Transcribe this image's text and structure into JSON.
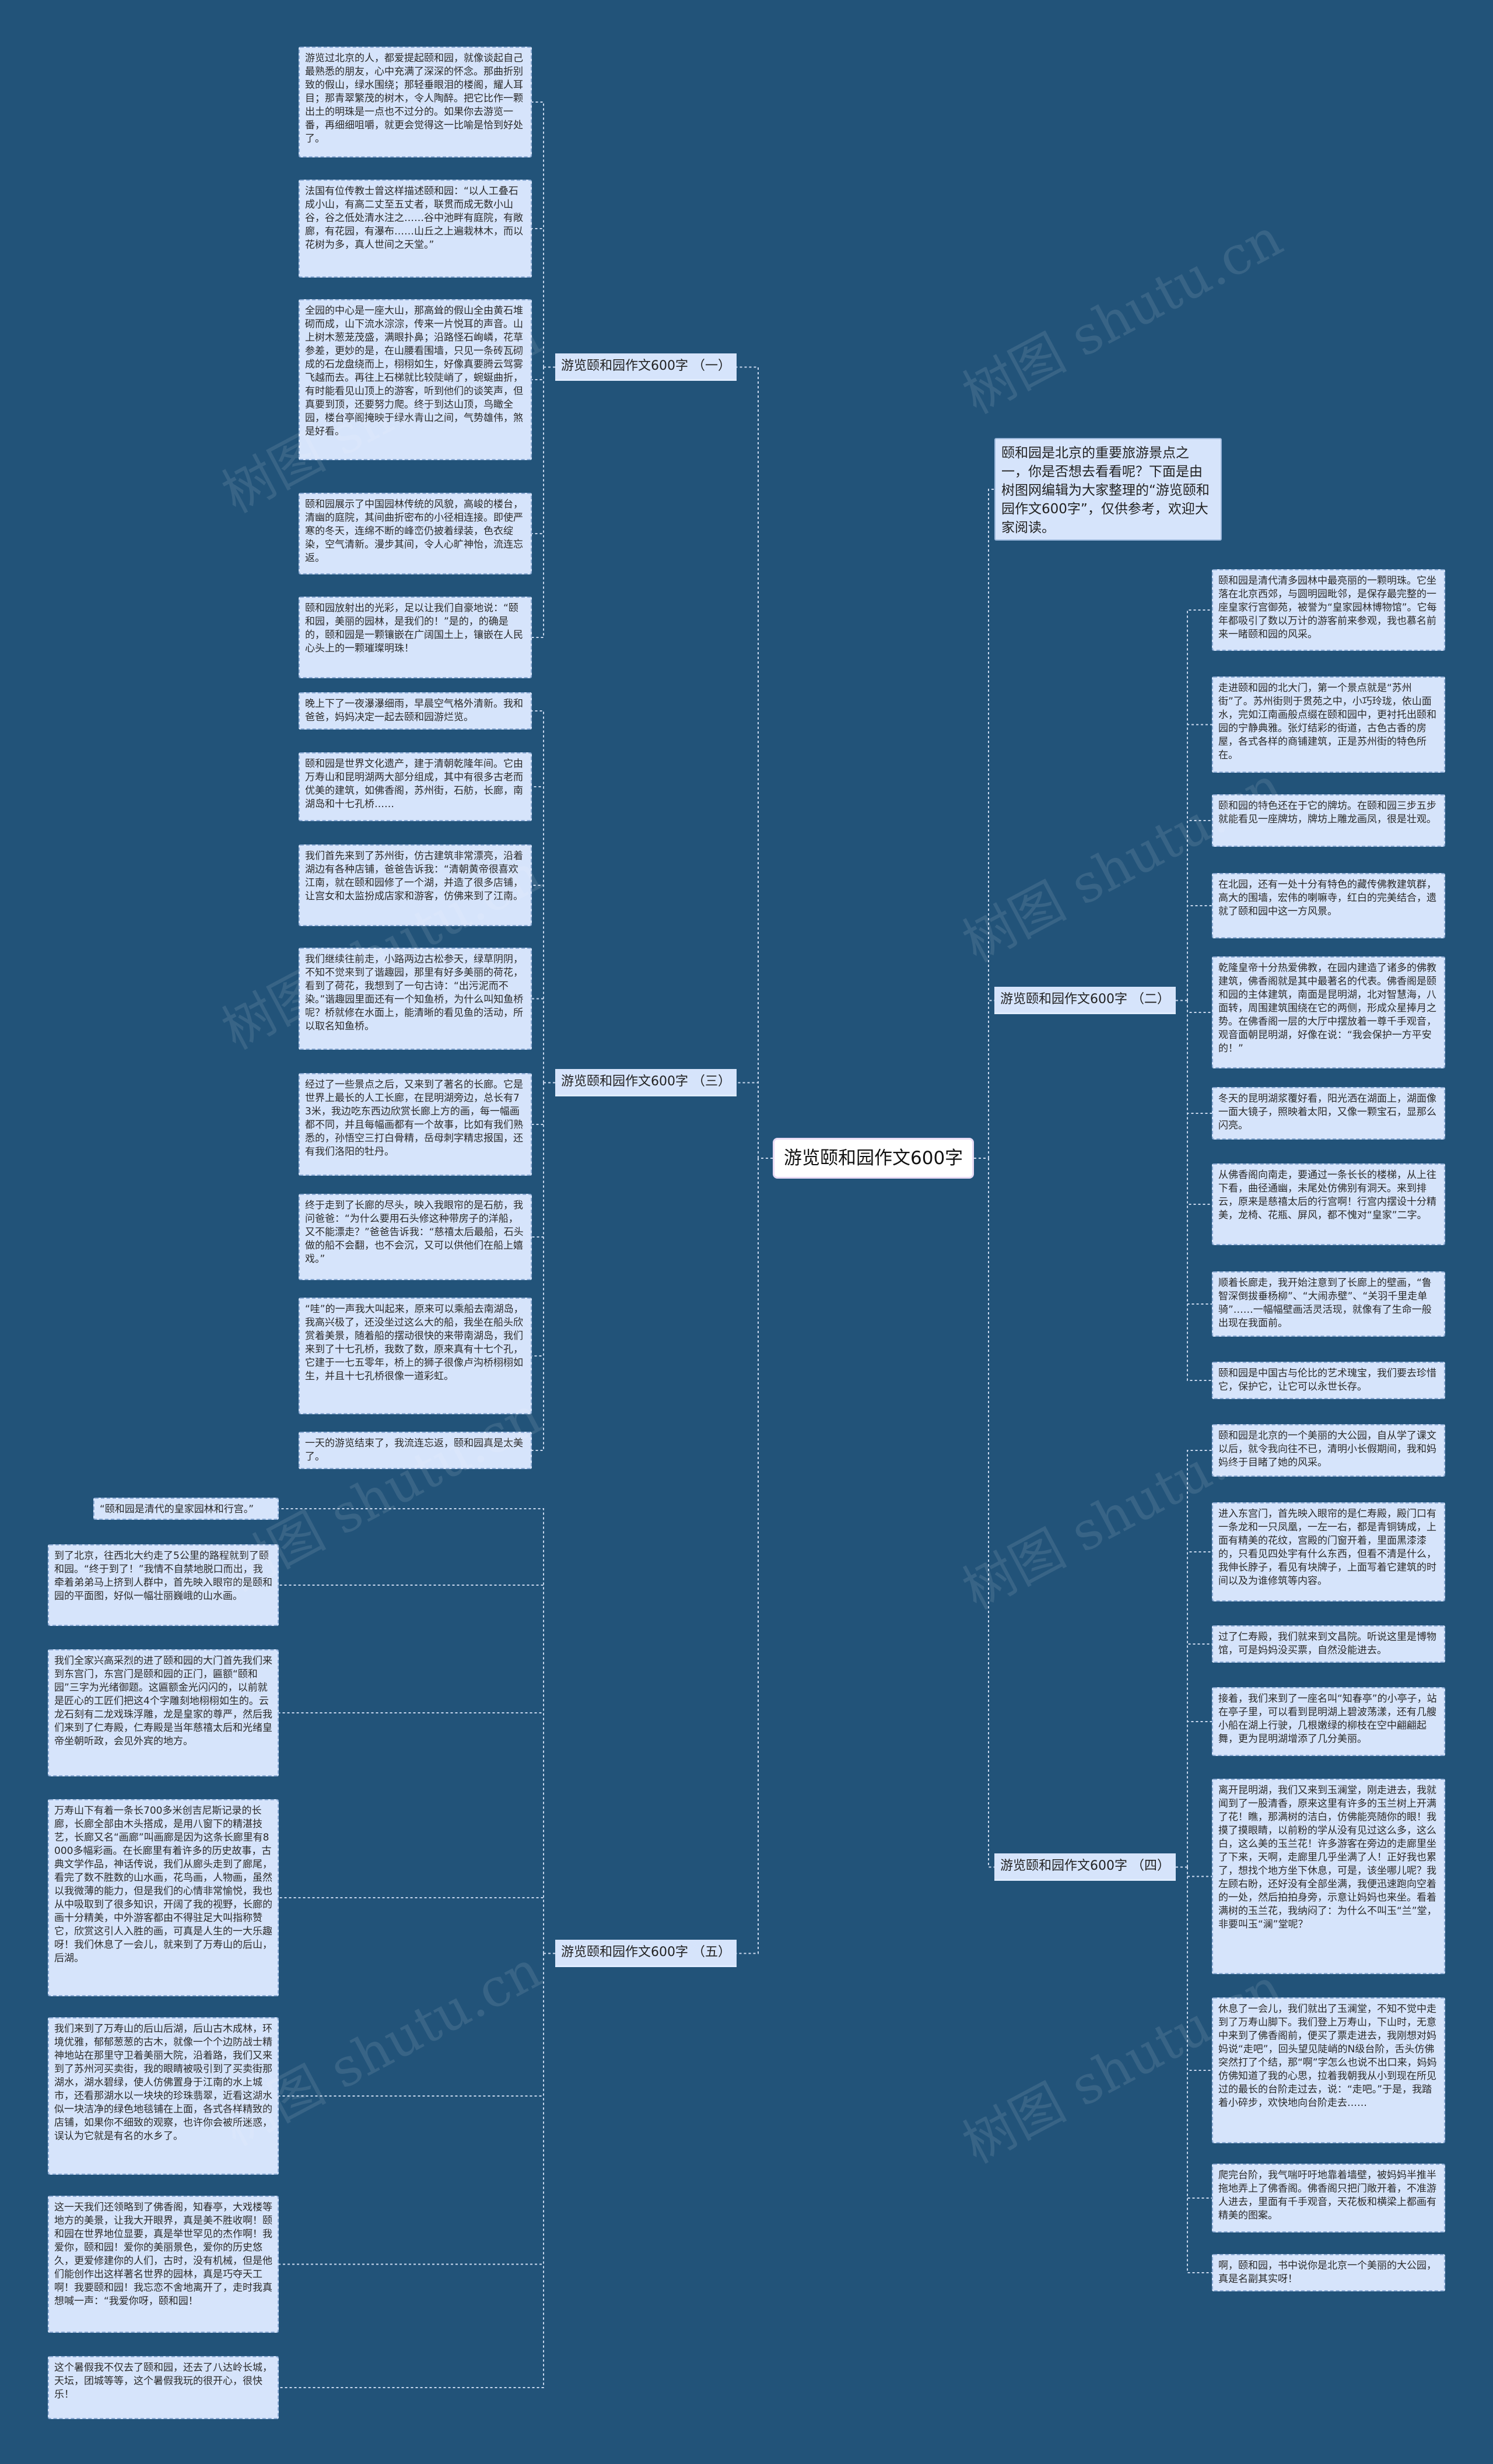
{
  "root": "游览颐和园作文600字",
  "intro": "颐和园是北京的重要旅游景点之一，你是否想去看看呢？下面是由树图网编辑为大家整理的“游览颐和园作文600字”，仅供参考，欢迎大家阅读。",
  "watermark": "树图 shutu.cn",
  "branches": [
    {
      "label": "游览颐和园作文600字 （一）",
      "leaves": [
        "游览过北京的人，都爱提起颐和园，就像谈起自己最熟悉的朋友，心中充满了深深的怀念。那曲折别致的假山，绿水围绕；那轻垂眼泪的楼阁，耀人耳目；那青翠繁茂的树木，令人陶醉。把它比作一颗出土的明珠是一点也不过分的。如果你去游览一番，再细细咀嚼，就更会觉得这一比喻是恰到好处了。",
        "法国有位传教士曾这样描述颐和园：“以人工叠石成小山，有高二丈至五丈者，联贯而成无数小山谷，谷之低处清水注之……谷中池畔有庭院，有敞廊，有花园，有瀑布……山丘之上遍栽林木，而以花树为多，真人世间之天堂。”",
        "全园的中心是一座大山，那高耸的假山全由黄石堆砌而成，山下流水淙淙，传来一片悦耳的声音。山上树木葱茏茂盛，满眼扑鼻；沿路怪石峋嶙，花草参差，更妙的是，在山腰看围墙，只见一条砖瓦砌成的石龙盘绕而上，栩栩如生，好像真要腾云驾雾飞越而去。再往上石梯就比较陡峭了，蜿蜒曲折，有时能看见山顶上的游客，听到他们的谈笑声，但真要到顶，还要努力爬。终于到达山顶，鸟瞰全园，楼台亭阁掩映于绿水青山之间，气势雄伟，煞是好看。",
        "颐和园展示了中国园林传统的风貌，高峻的楼台，清幽的庭院，其间曲折密布的小径相连接。即使严寒的冬天，连绵不断的峰峦仍披着绿装，色衣绽染，空气清新。漫步其间，令人心旷神怡，流连忘返。",
        "颐和园放射出的光彩，足以让我们自豪地说：“颐和园，美丽的园林，是我们的！”是的，的确是的，颐和园是一颗镶嵌在广阔国土上，镶嵌在人民心头上的一颗璀璨明珠！"
      ]
    },
    {
      "label": "游览颐和园作文600字 （三）",
      "leaves": [
        "晚上下了一夜瀑瀑细雨，早晨空气格外清新。我和爸爸，妈妈决定一起去颐和园游烂览。",
        "颐和园是世界文化遗产，建于清朝乾隆年间。它由万寿山和昆明湖两大部分组成，其中有很多古老而优美的建筑，如佛香阁，苏州街，石舫，长廊，南湖岛和十七孔桥……",
        "我们首先来到了苏州街，仿古建筑非常漂亮，沿着湖边有各种店铺，爸爸告诉我：“清朝黄帝很喜欢江南，就在颐和园修了一个湖，并造了很多店铺，让宫女和太监扮成店家和游客，仿佛来到了江南。",
        "我们继续往前走，小路两边古松参天，绿草阴阴，不知不觉来到了谐趣园，那里有好多美丽的荷花，看到了荷花，我想到了一句古诗：“出污泥而不染。”谐趣园里面还有一个知鱼桥，为什么叫知鱼桥呢？桥就修在水面上，能清晰的看见鱼的活动，所以取名知鱼桥。",
        "经过了一些景点之后，又来到了著名的长廊。它是世界上最长的人工长廊，在昆明湖旁边，总长有73米，我边吃东西边欣赏长廊上方的画，每一幅画都不同，并且每幅画都有一个故事，比如有我们熟悉的，孙悟空三打白骨精，岳母刺字精忠报国，还有我们洛阳的牡丹。",
        "终于走到了长廊的尽头，映入我眼帘的是石舫，我问爸爸：“为什么要用石头修这种带房子的洋船，又不能漂走？”爸爸告诉我：“慈禧太后最船，石头做的船不会翻，也不会沉，又可以供他们在船上嬉戏。”",
        "“哇”的一声我大叫起来，原来可以乘船去南湖岛，我高兴极了，还没坐过这么大的船，我坐在船头欣赏着美景，随着船的摆动很快的来带南湖岛，我们来到了十七孔桥，我数了数，原来真有十七个孔，它建于一七五零年，桥上的狮子很像卢沟桥栩栩如生，并且十七孔桥很像一道彩虹。",
        "一天的游览结束了，我流连忘返，颐和园真是太美了。"
      ]
    },
    {
      "label": "游览颐和园作文600字 （五）",
      "leaves": [
        "“颐和园是清代的皇家园林和行宫。”",
        "到了北京，往西北大约走了5公里的路程就到了颐和园。“终于到了！”我情不自禁地脱口而出，我牵着弟弟马上挤到人群中，首先映入眼帘的是颐和园的平面图，好似一幅壮丽巍峨的山水画。",
        "我们全家兴高采烈的进了颐和园的大门首先我们来到东宫门，东宫门是颐和园的正门，匾额“颐和园”三字为光绪御题。这匾额金光闪闪的，以前就是匠心的工匠们把这4个字雕刻地栩栩如生的。云龙石刻有二龙戏珠浮雕，龙是皇家的尊严，然后我们来到了仁寿殿，仁寿殿是当年慈禧太后和光绪皇帝坐朝听政，会见外宾的地方。",
        "万寿山下有着一条长700多米创吉尼斯记录的长廊，长廊全部由木头搭成，是用八窗下的精湛技艺，长廊又名“画廊”叫画廊是因为这条长廊里有8000多幅彩画。在长廊里有着许多的历史故事，古典文学作品，神话传说，我们从廊头走到了廊尾，看完了数不胜数的山水画，花鸟画，人物画，虽然以我微薄的能力，但是我们的心情非常愉悦，我也从中吸取到了很多知识，开阔了我的视野，长廊的画十分精美，中外游客都由不得驻足大叫指称赞它，欣赏这引人入胜的画，可真是人生的一大乐趣呀！我们休息了一会儿，就来到了万寿山的后山，后湖。",
        "我们来到了万寿山的后山后湖，后山古木成林，环境优雅，郁郁葱葱的古木，就像一个个边防战士精神地站在那里守卫着美丽大院，沿着路，我们又来到了苏州河买卖街，我的眼睛被吸引到了买卖街那湖水，湖水碧绿，使人仿佛置身于江南的水上城市，还看那湖水以一块块的珍珠翡翠，近看这湖水似一块洁净的绿色地毯铺在上面，各式各样精致的店铺，如果你不细致的观察，也许你会被所迷惑，误认为它就是有名的水乡了。",
        "这一天我们还领略到了佛香阁，知春亭，大戏楼等地方的美景，让我大开眼界，真是美不胜收啊！颐和园在世界地位显要，真是举世罕见的杰作啊！我爱你，颐和园！爱你的美丽景色，爱你的历史悠久，更爱修建你的人们，古时，没有机械，但是他们能创作出这样著名世界的园林，真是巧夺天工啊！我要颐和园！我忘恋不舍地离开了，走时我真想喊一声：“我爱你呀，颐和园！",
        "这个暑假我不仅去了颐和园，还去了八达岭长城，天坛，团城等等，这个暑假我玩的很开心，很快乐！"
      ]
    },
    {
      "label": "游览颐和园作文600字 （二）",
      "leaves": [
        "颐和园是清代清多园林中最亮丽的一颗明珠。它坐落在北京西郊，与圆明园毗邻，是保存最完整的一座皇家行宫御苑，被誉为“皇家园林博物馆”。它每年都吸引了数以万计的游客前来参观，我也慕名前来一睹颐和园的风采。",
        "走进颐和园的北大门，第一个景点就是“苏州街”了。苏州街则于贯苑之中，小巧玲珑，依山面水，完如江南画般点缀在颐和园中，更衬托出颐和园的宁静典雅。张灯结彩的街道，古色古香的房屋，各式各样的商铺建筑，正是苏州街的特色所在。",
        "颐和园的特色还在于它的牌坊。在颐和园三步五步就能看见一座牌坊，牌坊上雕龙画凤，很是壮观。",
        "在北园，还有一处十分有特色的藏传佛教建筑群，高大的围墙，宏伟的喇嘛寺，红白的完美结合，遗就了颐和园中这一方风景。",
        "乾隆皇帝十分热爱佛教，在园内建造了诸多的佛教建筑，佛香阁就是其中最著名的代表。佛香阁是颐和园的主体建筑，南面是昆明湖，北对智慧海，八面转，周围建筑围绕在它的两侧，形成众星捧月之势。在佛香阁一层的大厅中摆放着一尊千手观音，观音面朝昆明湖，好像在说：“我会保护一方平安的！”",
        "冬天的昆明湖浆覆好看，阳光洒在湖面上，湖面像一面大镜子，照映着太阳，又像一颗宝石，显那么闪亮。",
        "从佛香阁向南走，要通过一条长长的楼梯，从上往下看，曲径通幽，未尾处仿佛别有洞天。来到排云，原来是慈禧太后的行宫啊！行宫内摆设十分精美，龙椅、花瓶、屏风，都不愧对“皇家”二字。",
        "顺着长廊走，我开始注意到了长廊上的壁画，“鲁智深倒拔垂杨柳”、“大闹赤壁”、“关羽千里走单骑”……一幅幅壁画活灵活现，就像有了生命一般出现在我面前。",
        "颐和园是中国古与伦比的艺术瑰宝，我们要去珍惜它，保护它，让它可以永世长存。"
      ]
    },
    {
      "label": "游览颐和园作文600字 （四）",
      "leaves": [
        "颐和园是北京的一个美丽的大公园，自从学了课文以后，就令我向往不已，清明小长假期间，我和妈妈终于目睹了她的风采。",
        "进入东宫门，首先映入眼帘的是仁寿殿，殿门口有一条龙和一只凤凰，一左一右，都是青铜铸成，上面有精美的花纹，宫殿的门窗开着，里面黑漆漆的，只看见四处宇有什么东西，但看不清是什么，我伸长脖子，看见有块牌子，上面写着它建筑的时间以及为谁修筑等内容。",
        "过了仁寿殿，我们就来到文昌院。听说这里是博物馆，可是妈妈没买票，自然没能进去。",
        "接着，我们来到了一座名叫“知春亭”的小亭子，站在亭子里，可以看到昆明湖上碧波荡漾，还有几艘小船在湖上行驶，几根嫩绿的柳枝在空中翩翩起舞，更为昆明湖增添了几分美丽。",
        "离开昆明湖，我们又来到玉澜堂，刚走进去，我就闻到了一股清香，原来这里有许多的玉兰树上开满了花！瞧，那满树的洁白，仿佛能亮随你的眼！我摸了摸眼睛，以前粉的学从没有见过这么多，这么白，这么美的玉兰花！许多游客在旁边的走廊里坐了下来，天啊，走廊里几乎坐满了人！正好我也累了，想找个地方坐下休息，可是，该坐哪儿呢？我左顾右盼，还好没有全部坐满，我便迅速跑向空着的一处，然后拍拍身旁，示意让妈妈也来坐。看着满树的玉兰花，我纳闷了：为什么不叫玉“兰”堂，非要叫玉“澜”堂呢？",
        "休息了一会儿，我们就出了玉澜堂，不知不觉中走到了万寿山脚下。我们登上万寿山，下山时，无意中来到了佛香阁前，便买了票走进去，我刚想对妈妈说“走吧”，回头望见陡峭的N级台阶，舌头仿佛突然打了个结，那“啊”字怎么也说不出口来，妈妈仿佛知道了我的心思，拉着我朝我从小到现在所见过的最长的台阶走过去，说：“走吧。”于是，我踏着小碎步，欢快地向台阶走去……",
        "爬完台阶，我气喘吁吁地靠着墙壁，被妈妈半推半拖地弄上了佛香阁。佛香阁只把门敞开着，不准游人进去，里面有千手观音，天花板和横梁上都画有精美的图案。",
        "啊，颐和园，书中说你是北京一个美丽的大公园，真是名副其实呀！"
      ]
    }
  ]
}
